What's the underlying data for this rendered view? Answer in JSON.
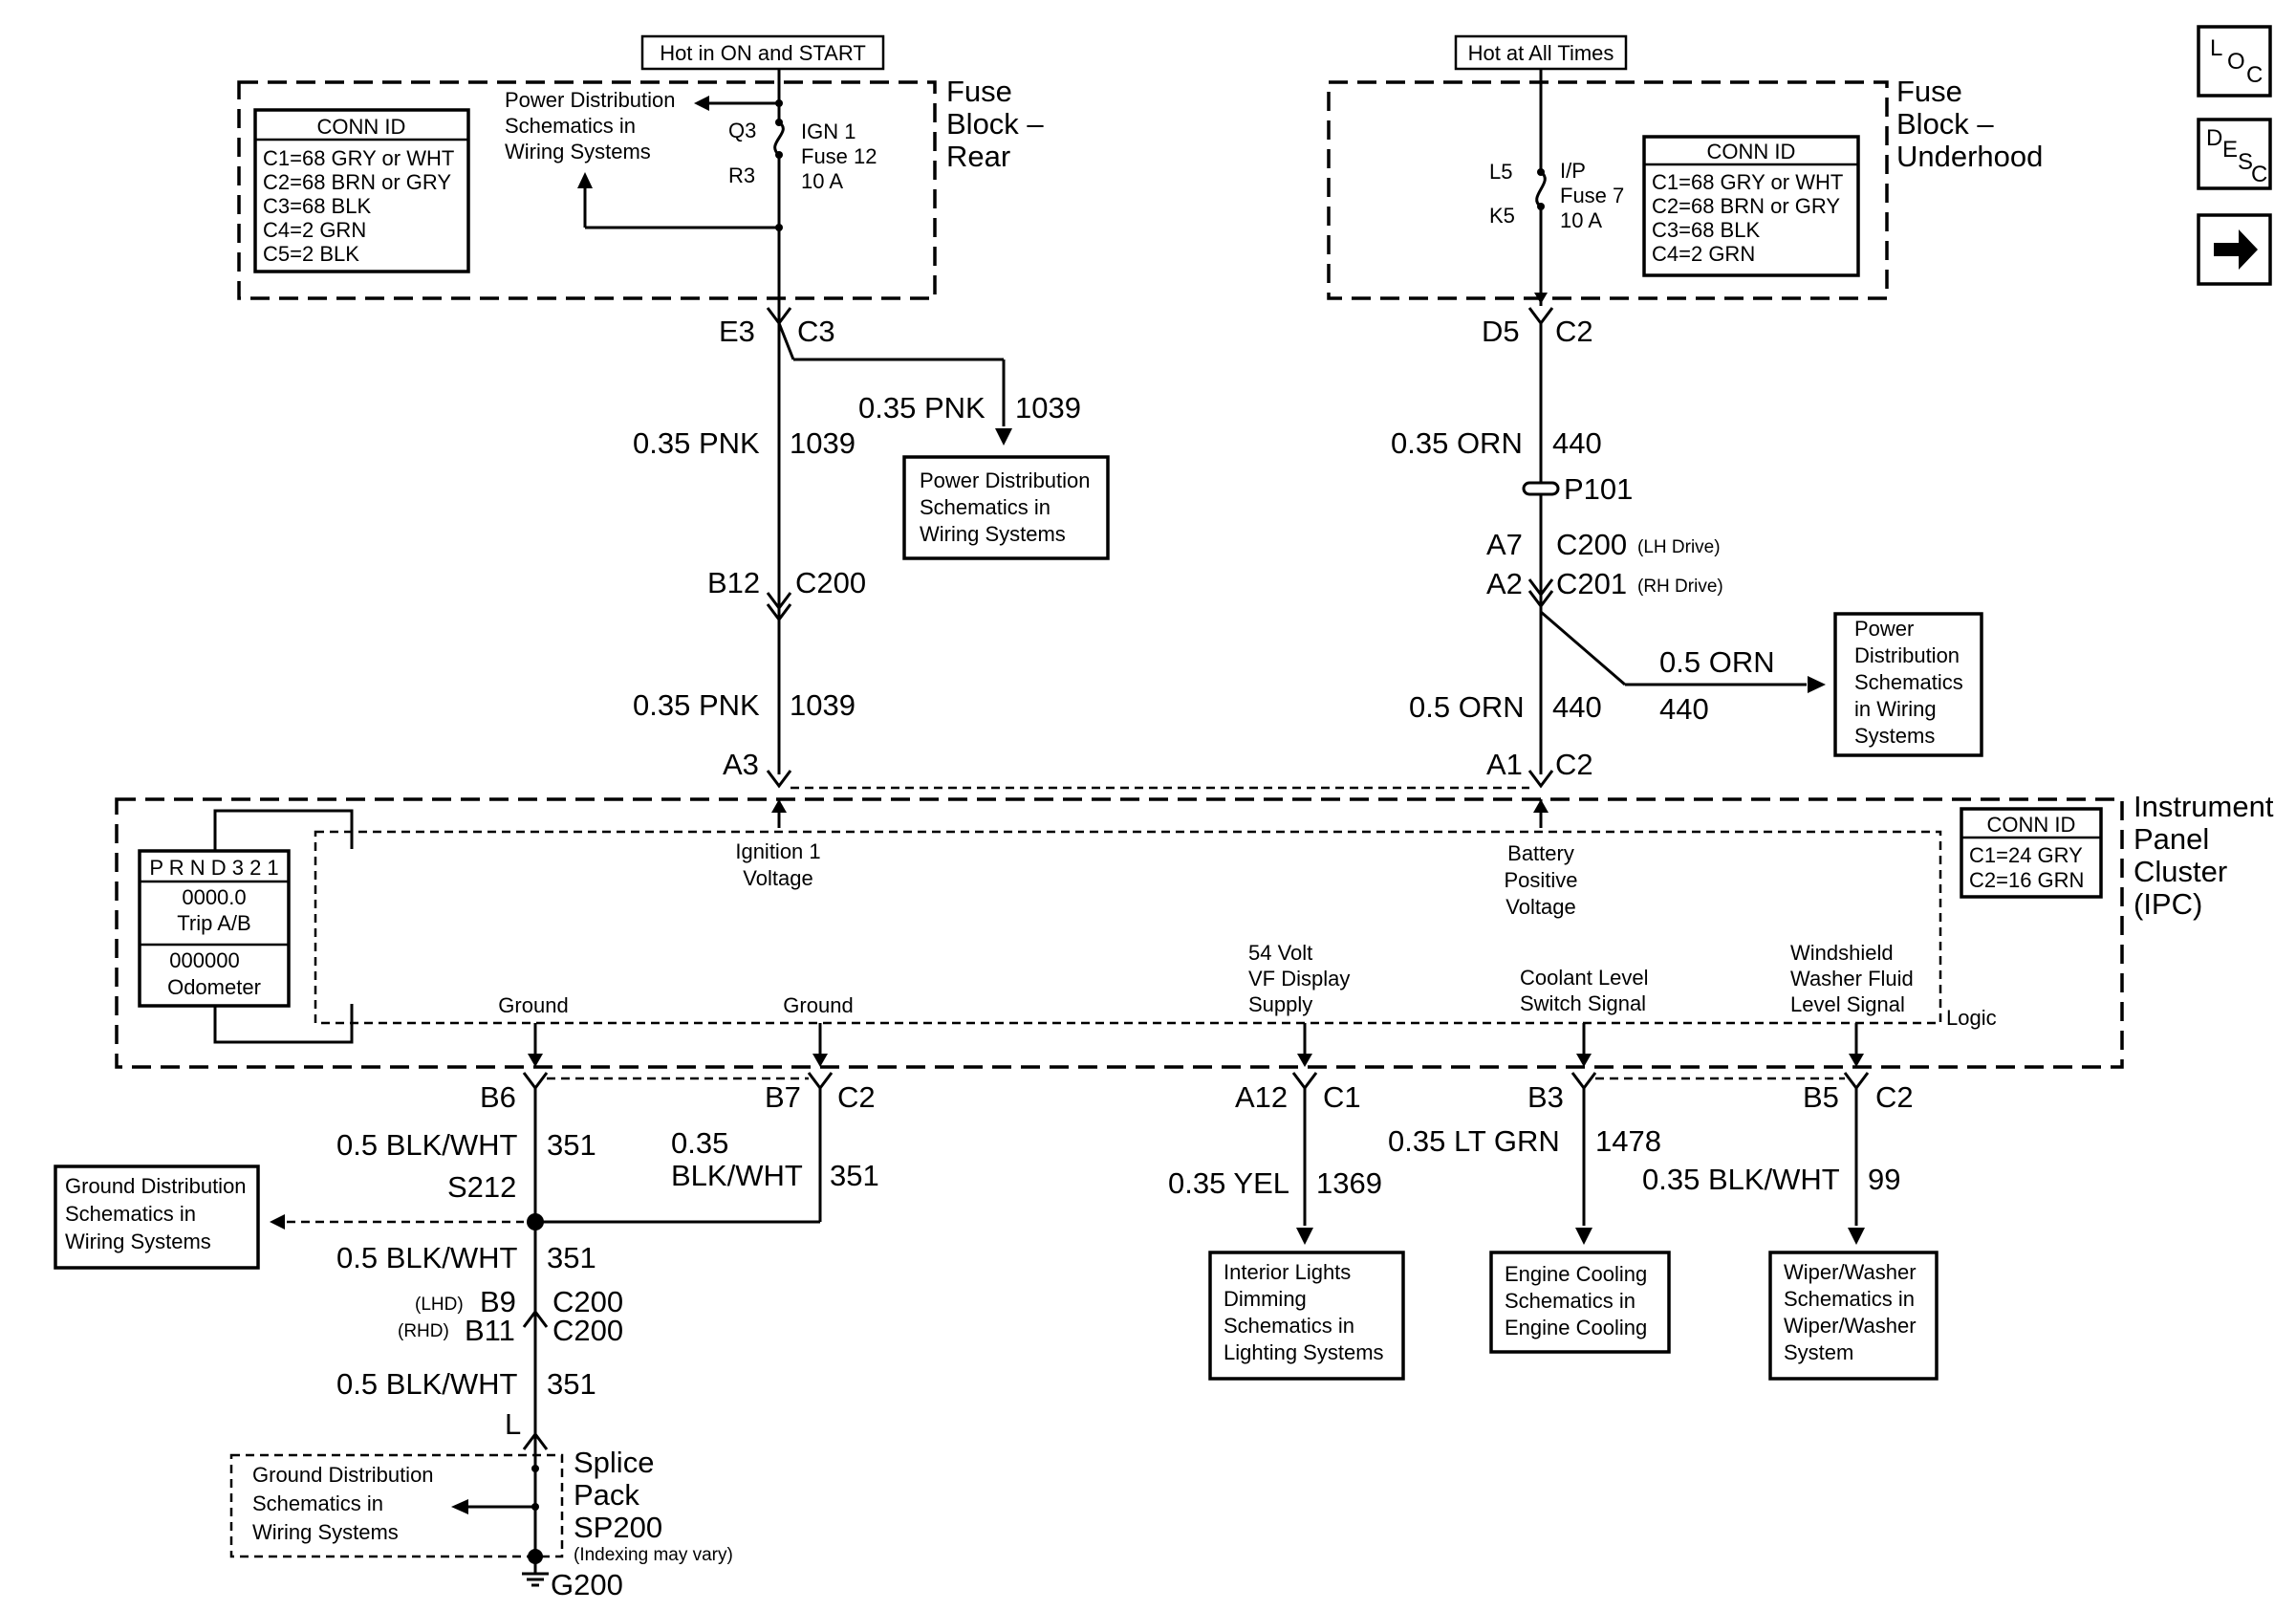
{
  "top_labels": {
    "hot_on_start": "Hot in ON and START",
    "hot_all_times": "Hot at All Times"
  },
  "fuse_block_rear": {
    "title": [
      "Fuse",
      "Block –",
      "Rear"
    ],
    "conn_id_title": "CONN ID",
    "conn_ids": [
      "C1=68 GRY or WHT",
      "C2=68 BRN or GRY",
      "C3=68 BLK",
      "C4=2 GRN",
      "C5=2 BLK"
    ],
    "ref": [
      "Power Distribution",
      "Schematics in",
      "Wiring Systems"
    ],
    "terminal_top": "Q3",
    "terminal_bottom": "R3",
    "fuse": [
      "IGN 1",
      "Fuse 12",
      "10 A"
    ]
  },
  "fuse_block_underhood": {
    "title": [
      "Fuse",
      "Block –",
      "Underhood"
    ],
    "conn_id_title": "CONN ID",
    "conn_ids": [
      "C1=68 GRY or WHT",
      "C2=68 BRN or GRY",
      "C3=68 BLK",
      "C4=2 GRN"
    ],
    "terminal_top": "L5",
    "terminal_bottom": "K5",
    "fuse": [
      "I/P",
      "Fuse 7",
      "10 A"
    ]
  },
  "side_icons": {
    "loc": [
      "L",
      "O",
      "C"
    ],
    "desc": [
      "D",
      "E",
      "S",
      "C"
    ],
    "next_icon": "right-arrow-icon"
  },
  "ign_circuit": {
    "e3": "E3",
    "c3": "C3",
    "wire1": "0.35 PNK",
    "num1": "1039",
    "branch_wire": "0.35 PNK",
    "branch_num": "1039",
    "branch_ref": [
      "Power Distribution",
      "Schematics in",
      "Wiring Systems"
    ],
    "b12": "B12",
    "c200": "C200",
    "wire2": "0.35 PNK",
    "num2": "1039",
    "a3": "A3"
  },
  "batt_circuit": {
    "d5": "D5",
    "c2": "C2",
    "wire1": "0.35 ORN",
    "num1": "440",
    "p101": "P101",
    "a7": "A7",
    "c200": "C200",
    "c200_note": "(LH Drive)",
    "a2": "A2",
    "c201": "C201",
    "c201_note": "(RH Drive)",
    "branch_wire": "0.5 ORN",
    "branch_num": "440",
    "branch_ref": [
      "Power",
      "Distribution",
      "Schematics",
      "in Wiring",
      "Systems"
    ],
    "wire2": "0.5 ORN",
    "num2": "440",
    "a1": "A1",
    "c2b": "C2"
  },
  "ipc": {
    "title": [
      "Instrument",
      "Panel",
      "Cluster",
      "(IPC)"
    ],
    "conn_id_title": "CONN ID",
    "conn_ids": [
      "C1=24 GRY",
      "C2=16 GRN"
    ],
    "display_header": "P R N D 3 2 1",
    "trip_value": "0000.0",
    "trip_label": "Trip A/B",
    "odo_value": "000000",
    "odo_label": "Odometer",
    "ign_voltage": [
      "Ignition 1",
      "Voltage"
    ],
    "batt_voltage": [
      "Battery",
      "Positive",
      "Voltage"
    ],
    "ground1": "Ground",
    "ground2": "Ground",
    "vf_supply": [
      "54 Volt",
      "VF Display",
      "Supply"
    ],
    "coolant": [
      "Coolant Level",
      "Switch Signal"
    ],
    "washer": [
      "Windshield",
      "Washer Fluid",
      "Level Signal"
    ],
    "logic": "Logic"
  },
  "ground_circuit": {
    "b6": "B6",
    "b7": "B7",
    "c2": "C2",
    "wire_b6": "0.5 BLK/WHT",
    "num_b6": "351",
    "wire_b7_a": "0.35",
    "wire_b7_b": "BLK/WHT",
    "num_b7": "351",
    "s212": "S212",
    "ref": [
      "Ground Distribution",
      "Schematics in",
      "Wiring Systems"
    ],
    "wire3": "0.5 BLK/WHT",
    "num3": "351",
    "lhd": "(LHD)",
    "b9": "B9",
    "rhd": "(RHD)",
    "b11": "B11",
    "c200a": "C200",
    "c200b": "C200",
    "wire4": "0.5 BLK/WHT",
    "num4": "351",
    "l": "L",
    "splice": [
      "Splice",
      "Pack",
      "SP200"
    ],
    "splice_note": "(Indexing may vary)",
    "splice_ref": [
      "Ground Distribution",
      "Schematics in",
      "Wiring Systems"
    ],
    "g200": "G200"
  },
  "outputs": {
    "a12": "A12",
    "c1": "C1",
    "yel_wire": "0.35 YEL",
    "yel_num": "1369",
    "dimming_ref": [
      "Interior Lights",
      "Dimming",
      "Schematics in",
      "Lighting Systems"
    ],
    "b3": "B3",
    "grn_wire": "0.35 LT GRN",
    "grn_num": "1478",
    "cooling_ref": [
      "Engine Cooling",
      "Schematics in",
      "Engine Cooling"
    ],
    "b5": "B5",
    "c2": "C2",
    "blk_wire": "0.35 BLK/WHT",
    "blk_num": "99",
    "wiper_ref": [
      "Wiper/Washer",
      "Schematics in",
      "Wiper/Washer",
      "System"
    ]
  }
}
